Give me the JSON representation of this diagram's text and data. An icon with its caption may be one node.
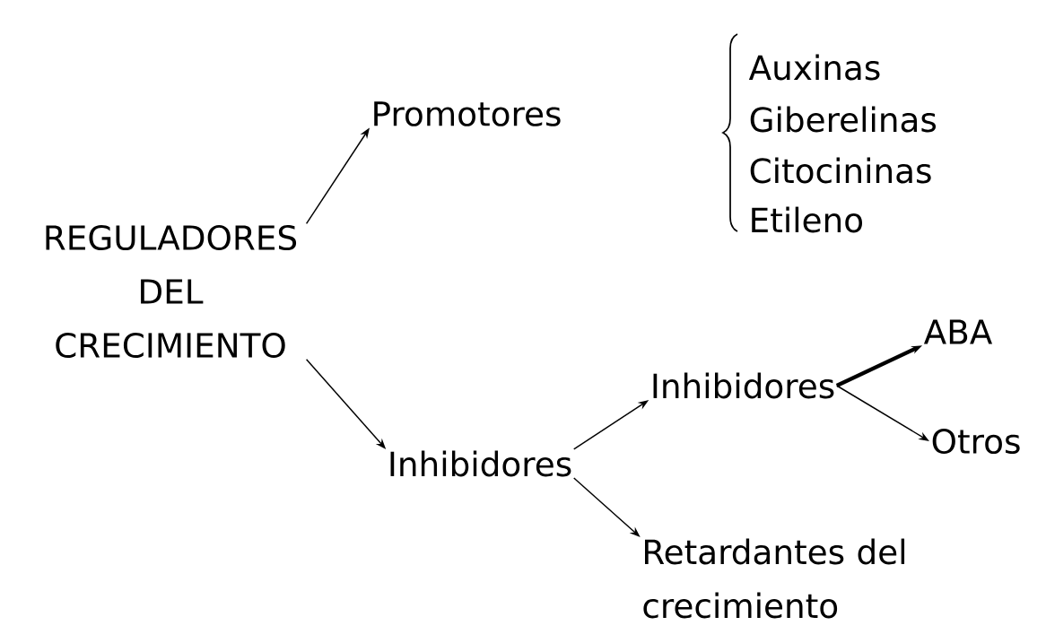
{
  "diagram": {
    "nodes": [
      {
        "text": [
          "REGULADORES DEL CRECIMIENTO"
        ]
      },
      {
        "text": [
          "Promotores"
        ]
      },
      {
        "text": [
          "Inhibidores"
        ]
      },
      {
        "text": [
          "Inhibidores"
        ]
      },
      {
        "text": [
          "ABA"
        ]
      },
      {
        "text": [
          "Otros"
        ]
      },
      {
        "text": [
          "Retardantes del crecimiento"
        ]
      }
    ],
    "edges": [
      {
        "from": 0,
        "to": 1,
        "arrow": "to"
      },
      {
        "from": 0,
        "to": 2,
        "arrow": "to"
      },
      {
        "from": 2,
        "to": 3,
        "arrow": "to"
      },
      {
        "from": 2,
        "to": 6,
        "arrow": "to"
      },
      {
        "from": 3,
        "to": 4,
        "arrow": "to",
        "style": "thick"
      },
      {
        "from": 3,
        "to": 5,
        "arrow": "to"
      }
    ],
    "labels": [
      "Auxinas",
      "Giberelinas",
      "Citocininas",
      "Etileno"
    ]
  }
}
